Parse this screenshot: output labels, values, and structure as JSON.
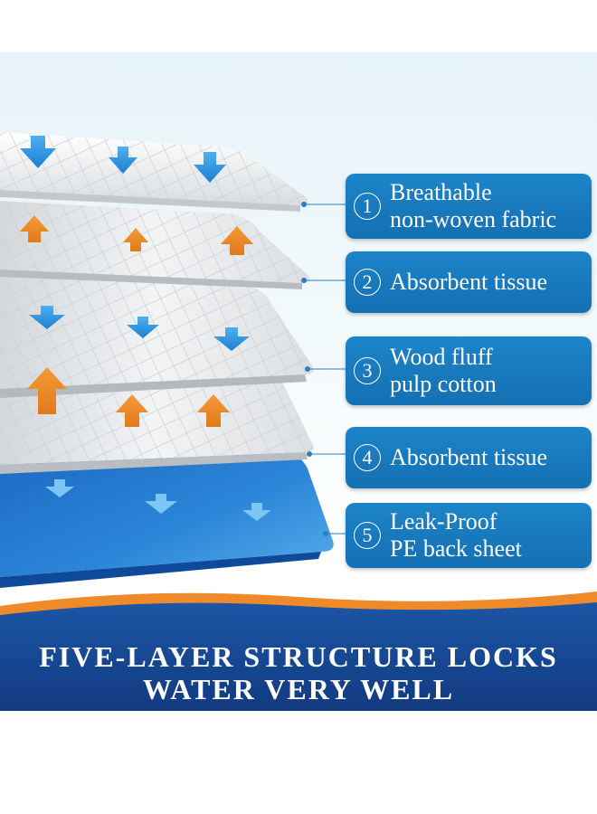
{
  "layers": [
    {
      "number": "1",
      "line1": "Breathable",
      "line2": "non-woven fabric"
    },
    {
      "number": "2",
      "line1": "Absorbent tissue",
      "line2": ""
    },
    {
      "number": "3",
      "line1": "Wood fluff",
      "line2": "pulp cotton"
    },
    {
      "number": "4",
      "line1": "Absorbent tissue",
      "line2": ""
    },
    {
      "number": "5",
      "line1": "Leak-Proof",
      "line2": "PE back sheet"
    }
  ],
  "headline": {
    "line1": "FIVE-LAYER STRUCTURE LOCKS",
    "line2": "WATER VERY WELL"
  },
  "colors": {
    "label_blue": "#1778bd",
    "footer_blue": "#15418c",
    "accent_orange": "#ef8a2b",
    "arrow_blue": "#2a8fdc"
  },
  "icons": [
    "arrow-down-icon",
    "arrow-up-icon"
  ]
}
